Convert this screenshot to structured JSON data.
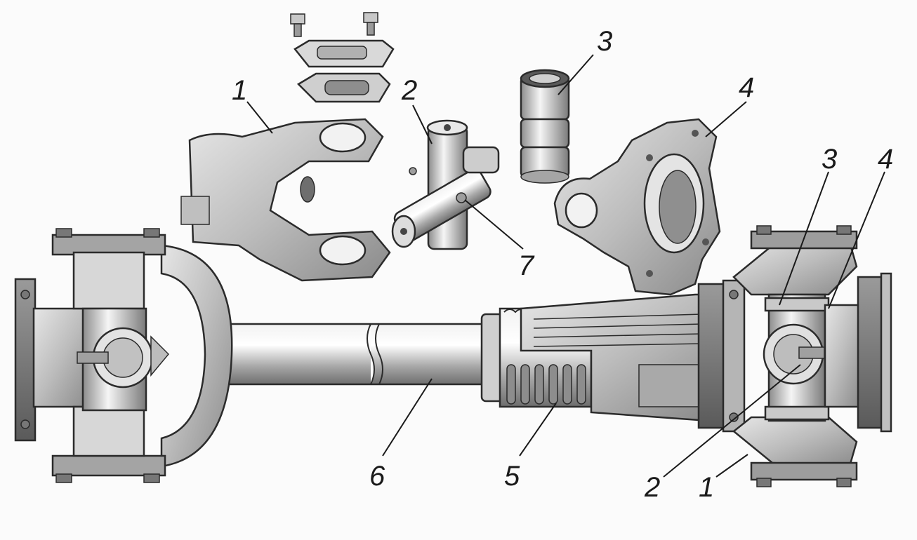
{
  "diagram": {
    "callouts": {
      "yoke_exploded": "1",
      "spider_exploded": "2",
      "bearing_cup_exploded": "3",
      "flange_yoke_exploded": "4",
      "bearing_cup_assembly": "3",
      "flange_yoke_assembly": "4",
      "spline_boot": "5",
      "shaft_tube": "6",
      "grease_fitting": "7",
      "spider_assembly": "2",
      "yoke_assembly": "1"
    }
  }
}
